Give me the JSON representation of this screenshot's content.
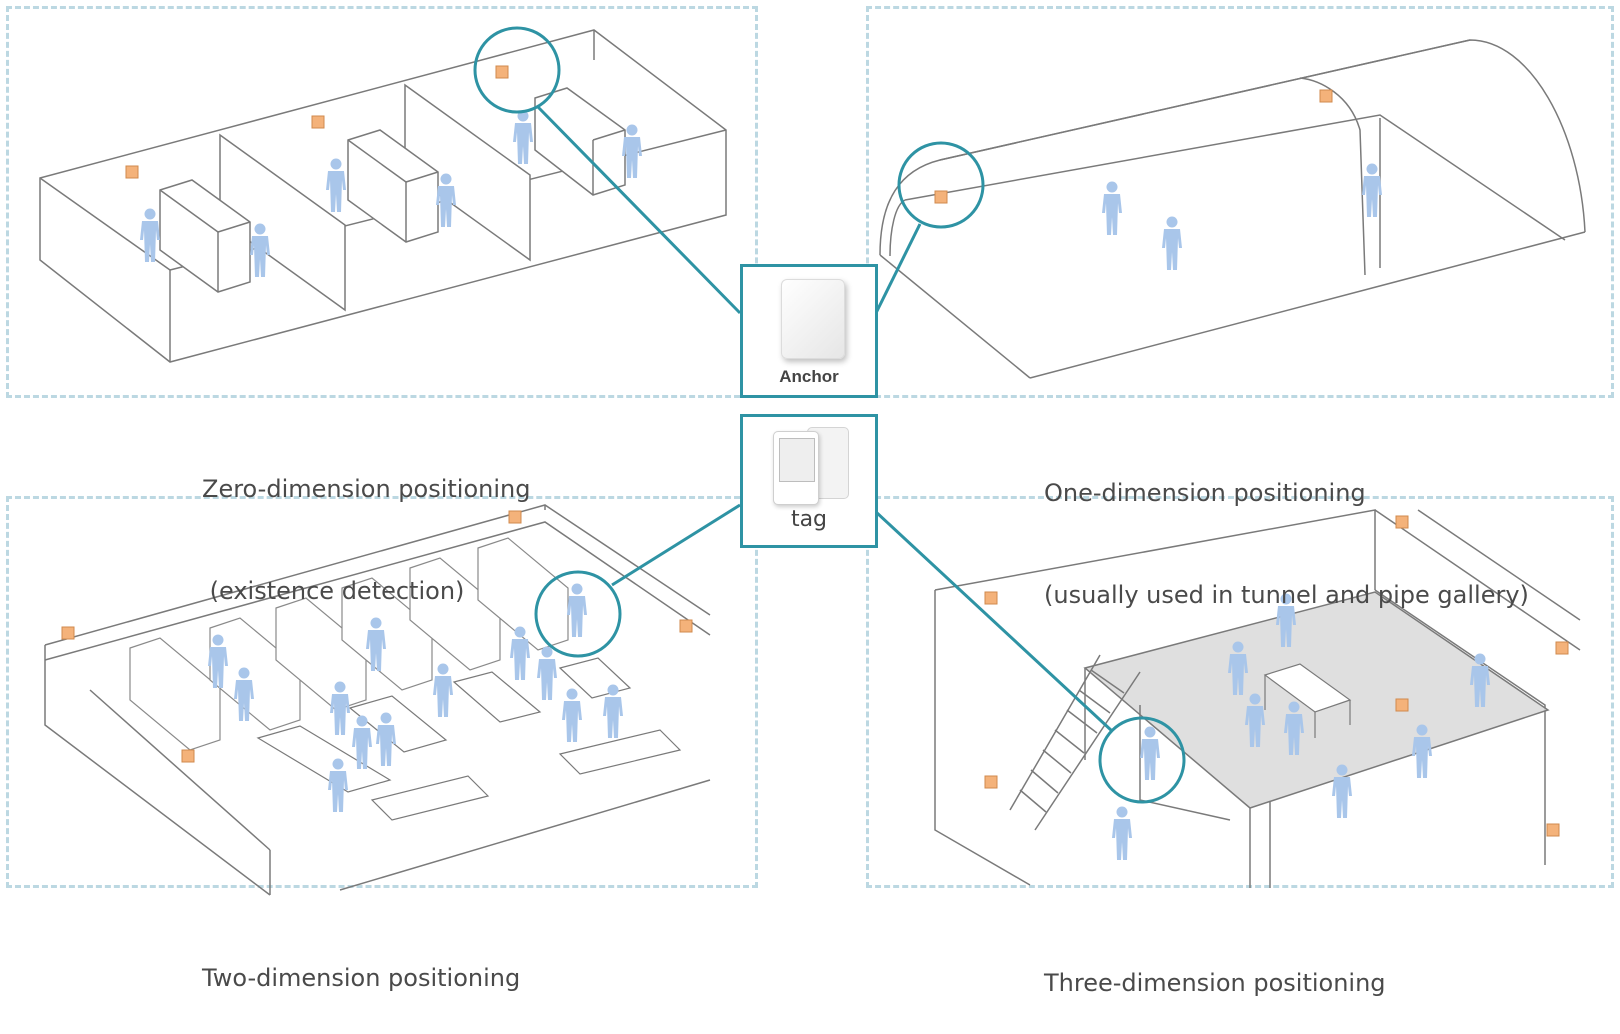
{
  "panels": [
    {
      "id": "zero",
      "caption_line1": "Zero-dimension positioning",
      "caption_line2": " (existence detection)"
    },
    {
      "id": "one",
      "caption_line1": "One-dimension positioning",
      "caption_line2": "(usually used in tunnel and pipe gallery)"
    },
    {
      "id": "two",
      "caption_line1": "Two-dimension positioning"
    },
    {
      "id": "three",
      "caption_line1": "Three-dimension positioning"
    }
  ],
  "devices": {
    "anchor": {
      "label": "Anchor"
    },
    "tag": {
      "label": "tag"
    }
  },
  "colors": {
    "panel_border": "#bcd8e2",
    "connector": "#2e93a4",
    "person": "#a9c6ea",
    "anchor_device": "#f4b27a",
    "floor": "#d9d9d9",
    "line": "#777777"
  }
}
